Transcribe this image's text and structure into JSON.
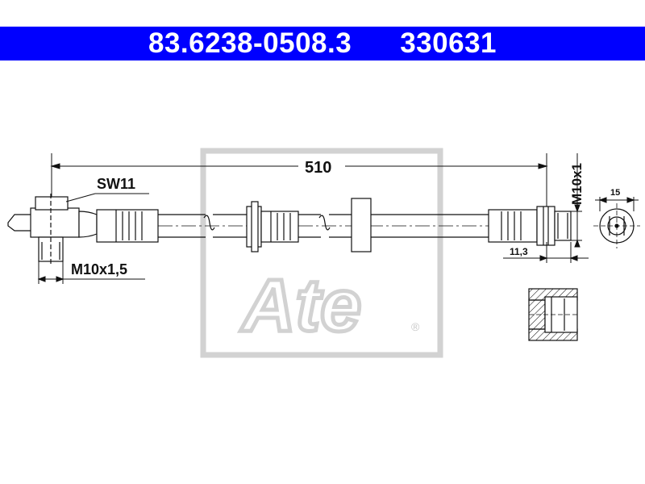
{
  "header": {
    "part_number": "83.6238-0508.3",
    "ref_number": "330631",
    "bar_color": "#0000ff",
    "text_color": "#ffffff"
  },
  "dimensions": {
    "length": "510",
    "wrench_size": "SW11",
    "left_thread": "M10x1,5",
    "right_thread": "M10x1",
    "end_offset": "11,3",
    "end_diameter": "15"
  },
  "watermark": {
    "logo_text": "Ate",
    "registered_mark": "®",
    "color": "#d2d2d2"
  },
  "line_color": "#111111"
}
